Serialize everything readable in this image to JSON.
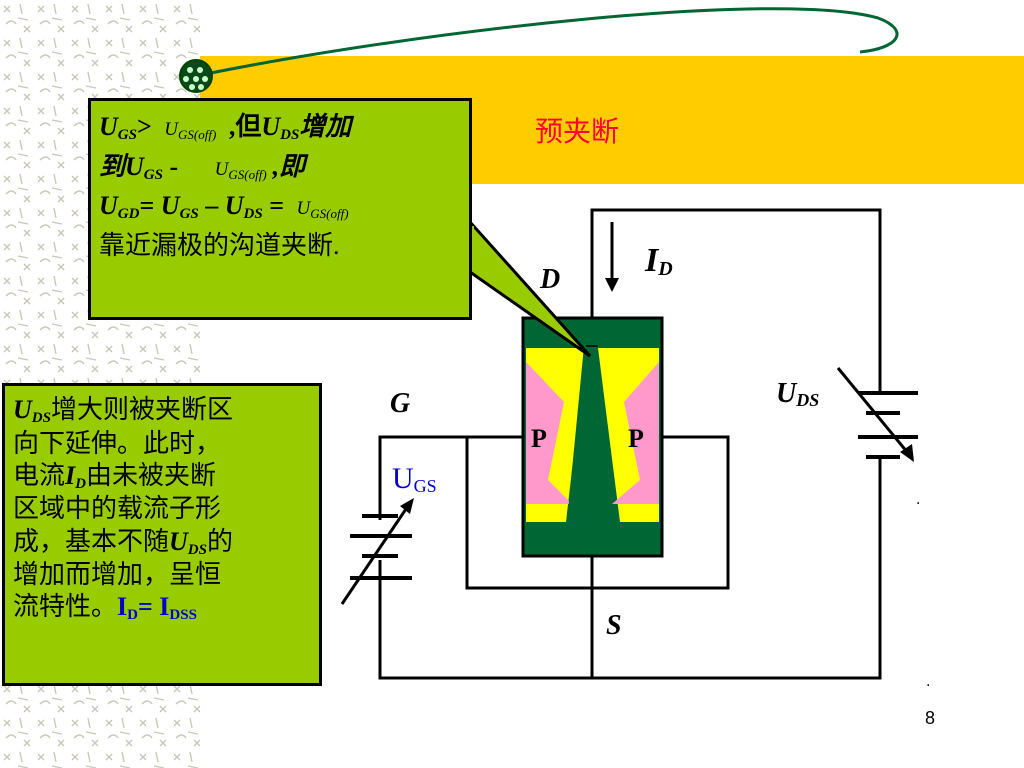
{
  "title": "预夹断",
  "top_callout": {
    "l1_ugs": "U",
    "l1_ugs_sub": "GS",
    "l1_gt": ">",
    "l1_formula": "U",
    "l1_formula_sub": "GS(off)",
    "l1_but": " ,但",
    "l1_uds": "U",
    "l1_uds_sub": "DS",
    "l1_increase": "增加",
    "l2_to": "到",
    "l2_ugs": "U",
    "l2_ugs_sub": "GS",
    "l2_minus": " -",
    "l2_formula": "U",
    "l2_formula_sub": "GS(off)",
    "l2_ie": ",即",
    "l3_ugd": "U",
    "l3_ugd_sub": "GD",
    "l3_eq1": "= ",
    "l3_ugs": "U",
    "l3_ugs_sub": "GS",
    "l3_minus": " – ",
    "l3_uds": "U",
    "l3_uds_sub": "DS",
    "l3_eq2": " = ",
    "l3_formula": "U",
    "l3_formula_sub": "GS(off)",
    "l4": "靠近漏极的沟道夹断."
  },
  "left_callout": {
    "l1_uds": "U",
    "l1_uds_sub": "DS",
    "l1_text": "增大则被夹断区",
    "l2": "向下延伸。此时，",
    "l3_a": "电流",
    "l3_id": "I",
    "l3_id_sub": "D",
    "l3_b": "由未被夹断",
    "l4": "区域中的载流子形",
    "l5_a": "成，基本不随",
    "l5_uds": "U",
    "l5_uds_sub": "DS",
    "l5_b": "的",
    "l6": "增加而增加，呈恒",
    "l7_a": "流特性。",
    "l7_id": "I",
    "l7_id_sub": "D",
    "l7_eq": "= I",
    "l7_idss_sub": "DSS"
  },
  "circuit": {
    "drain_label": "D",
    "gate_label": "G",
    "source_label": "S",
    "id_label": "I",
    "id_sub": "D",
    "uds_label": "U",
    "uds_sub": "DS",
    "ugs_label": "U",
    "ugs_sub": "GS",
    "p_left": "P",
    "p_right": "P"
  },
  "page_number": "8",
  "colors": {
    "band": "#ffcc00",
    "callout": "#99cc00",
    "channel": "#006633",
    "depletion": "#ffff00",
    "p_region": "#ff99cc",
    "title": "#ff0033",
    "ugs_label": "#0000cc"
  }
}
